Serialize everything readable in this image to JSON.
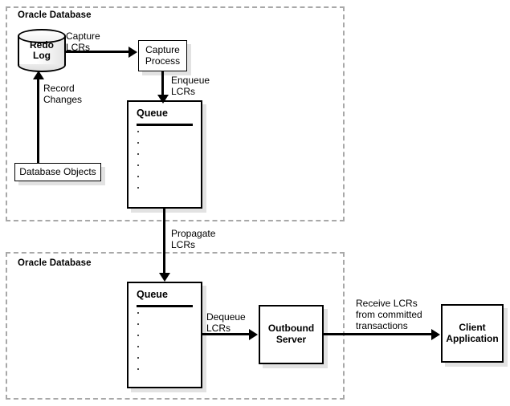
{
  "diagram": {
    "regions": [
      {
        "id": "source-db",
        "title": "Oracle Database"
      },
      {
        "id": "target-db",
        "title": "Oracle Database"
      }
    ],
    "nodes": {
      "redo_log": "Redo\nLog",
      "capture_process": "Capture\nProcess",
      "database_objects": "Database Objects",
      "queue_top_title": "Queue",
      "queue_bottom_title": "Queue",
      "outbound_server": "Outbound\nServer",
      "client_application": "Client\nApplication"
    },
    "edge_labels": {
      "capture_lcrs": "Capture\nLCRs",
      "record_changes": "Record\nChanges",
      "enqueue_lcrs": "Enqueue\nLCRs",
      "propagate_lcrs": "Propagate\nLCRs",
      "dequeue_lcrs": "Dequeue\nLCRs",
      "receive_lcrs": "Receive LCRs\nfrom committed\ntransactions"
    },
    "queue_item_count": 6,
    "colors": {
      "stroke": "#000000",
      "region_border": "#a8a8a8",
      "shadow": "#e2e2e2",
      "background": "#ffffff"
    }
  }
}
